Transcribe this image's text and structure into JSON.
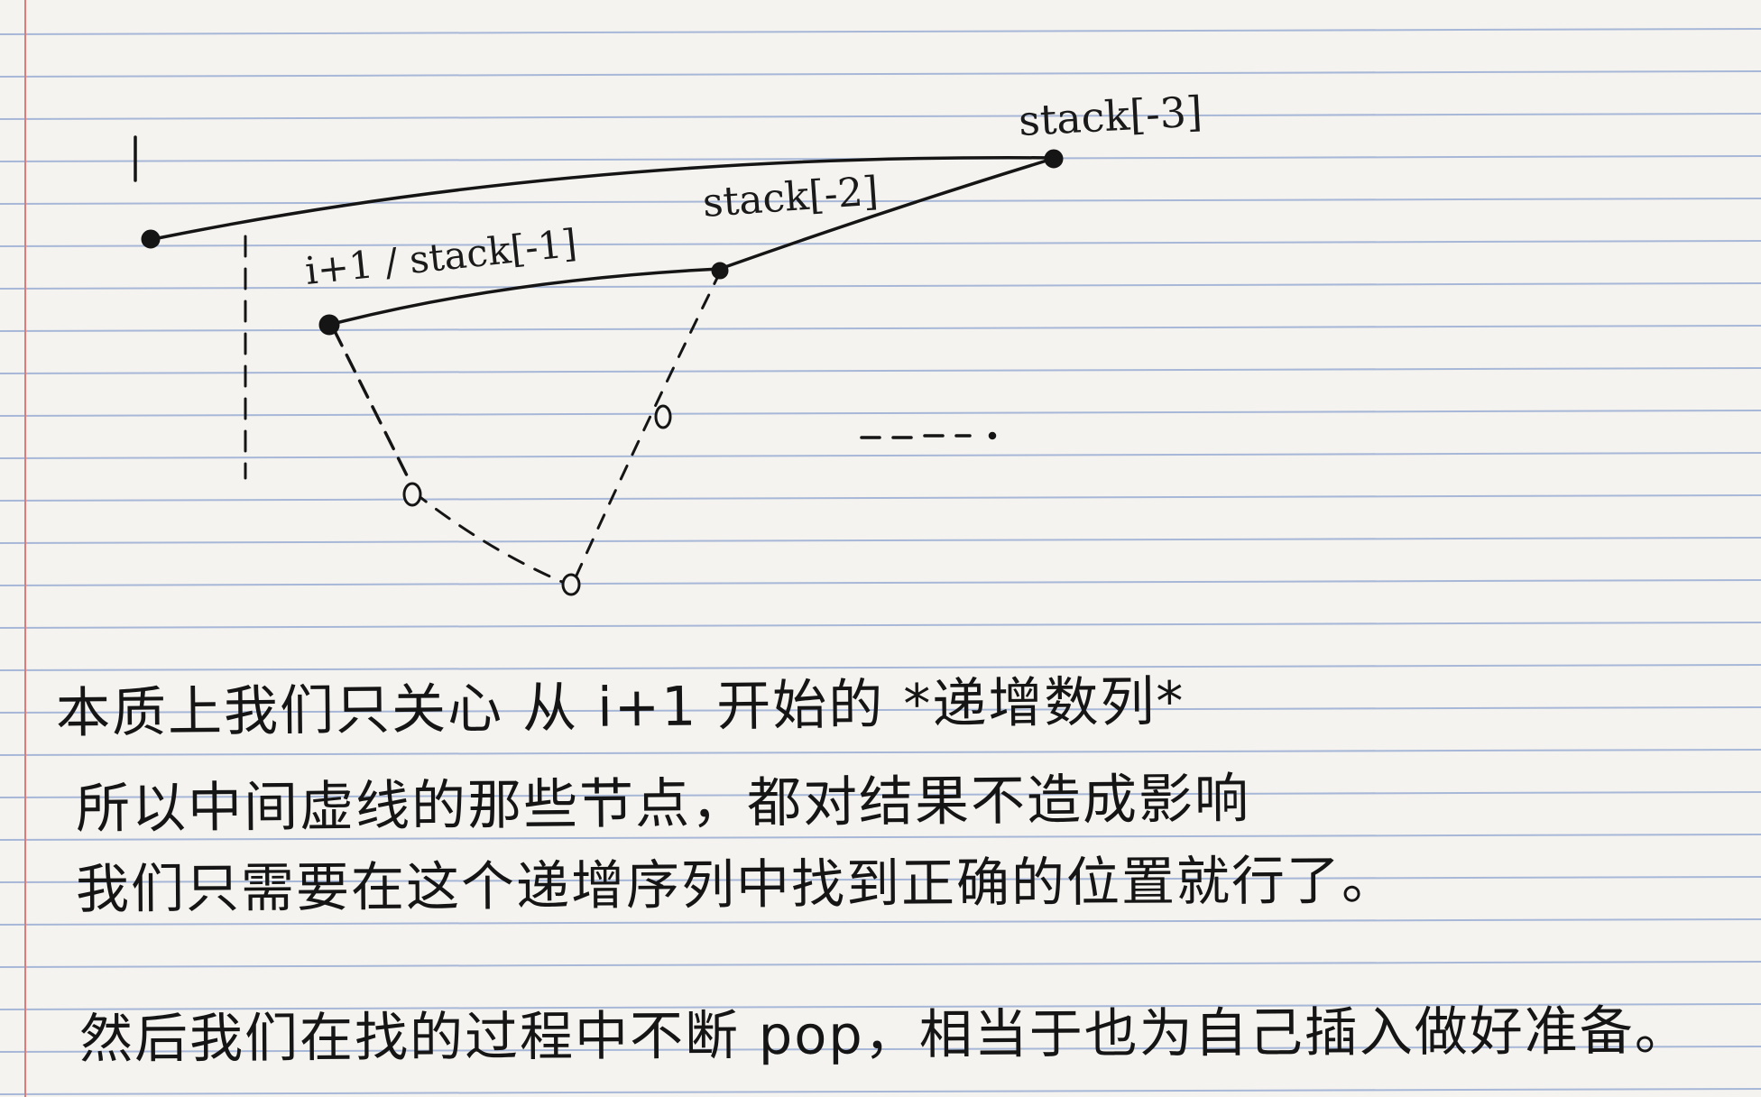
{
  "page": {
    "paper_color": "#f5f3ef",
    "rule_color": "#8ea3cf",
    "margin_line_color": "#e07a7a",
    "ink_color": "#151515"
  },
  "diagram": {
    "labels": {
      "top_left_bracket": "[",
      "stack_minus_3": "stack[-3]",
      "stack_minus_2": "stack[-2]",
      "i_plus_1": "i+1 / stack[-1]",
      "ellipsis": "- - - ."
    }
  },
  "notes": {
    "lines": [
      "本质上我们只关心 从 i+1 开始的 *递增数列*",
      "所以中间虚线的那些节点，都对结果不造成影响",
      "我们只需要在这个递增序列中找到正确的位置就行了。",
      "然后我们在找的过程中不断 pop，相当于也为自己插入做好准备。"
    ]
  }
}
